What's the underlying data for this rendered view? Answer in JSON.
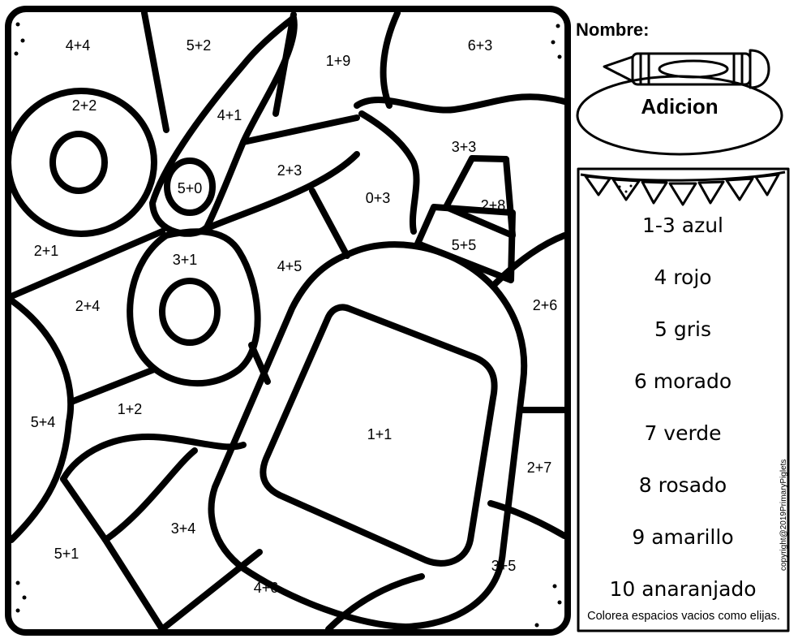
{
  "header": {
    "name_label": "Nombre:",
    "title": "Adicion"
  },
  "picture": {
    "problems": [
      "4+4",
      "5+2",
      "1+9",
      "6+3",
      "2+2",
      "4+1",
      "3+3",
      "5+0",
      "2+3",
      "0+3",
      "2+8",
      "2+1",
      "3+1",
      "4+5",
      "5+5",
      "2+4",
      "2+6",
      "5+4",
      "1+2",
      "1+1",
      "2+7",
      "3+4",
      "5+1",
      "3+5",
      "4+6"
    ]
  },
  "key": {
    "items": [
      "1-3 azul",
      "4 rojo",
      "5 gris",
      "6 morado",
      "7 verde",
      "8 rosado",
      "9 amarillo",
      "10 anaranjado"
    ],
    "instructions": "Colorea espacios vacios como elijas."
  },
  "copyright": "copyright@2019PrimaryPiglets"
}
